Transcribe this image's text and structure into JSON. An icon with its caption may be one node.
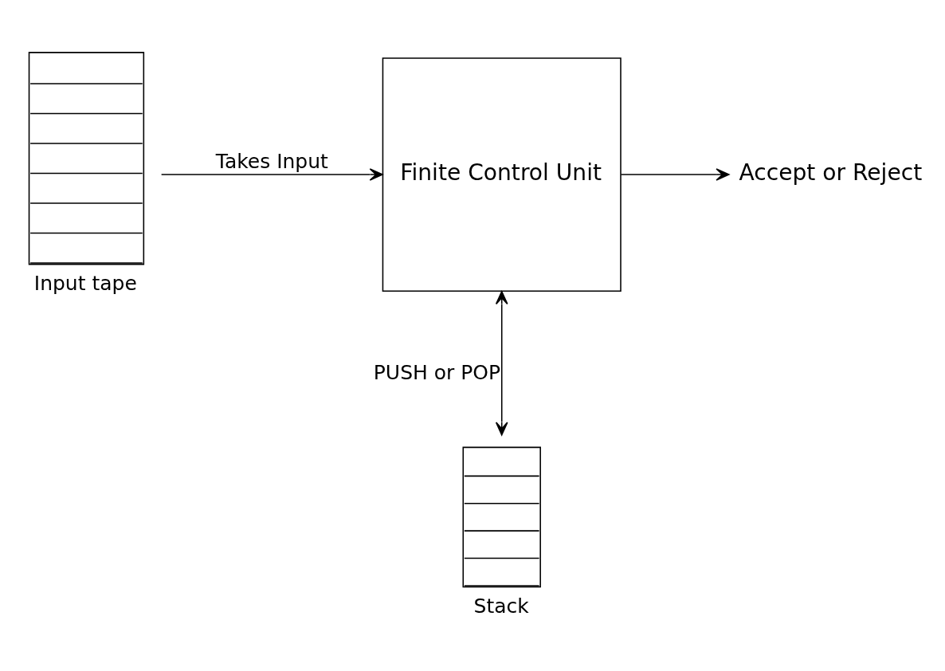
{
  "diagram": {
    "nodes": [
      {
        "text": [],
        "shape": "box",
        "beside": [
          "Input tape"
        ]
      },
      {
        "text": [
          "Finite Control Unit"
        ]
      },
      {
        "text": [
          "Accept or Reject"
        ]
      },
      {
        "text": [],
        "shape": "box",
        "beside": [
          "Stack"
        ]
      }
    ],
    "edges": [
      {
        "from": 0,
        "to": 1,
        "arrow": "to",
        "label": "Takes Input"
      },
      {
        "from": 1,
        "to": 2,
        "arrow": "to"
      },
      {
        "from": 1,
        "to": 3,
        "arrow": "both",
        "label": "PUSH or POP"
      }
    ]
  }
}
